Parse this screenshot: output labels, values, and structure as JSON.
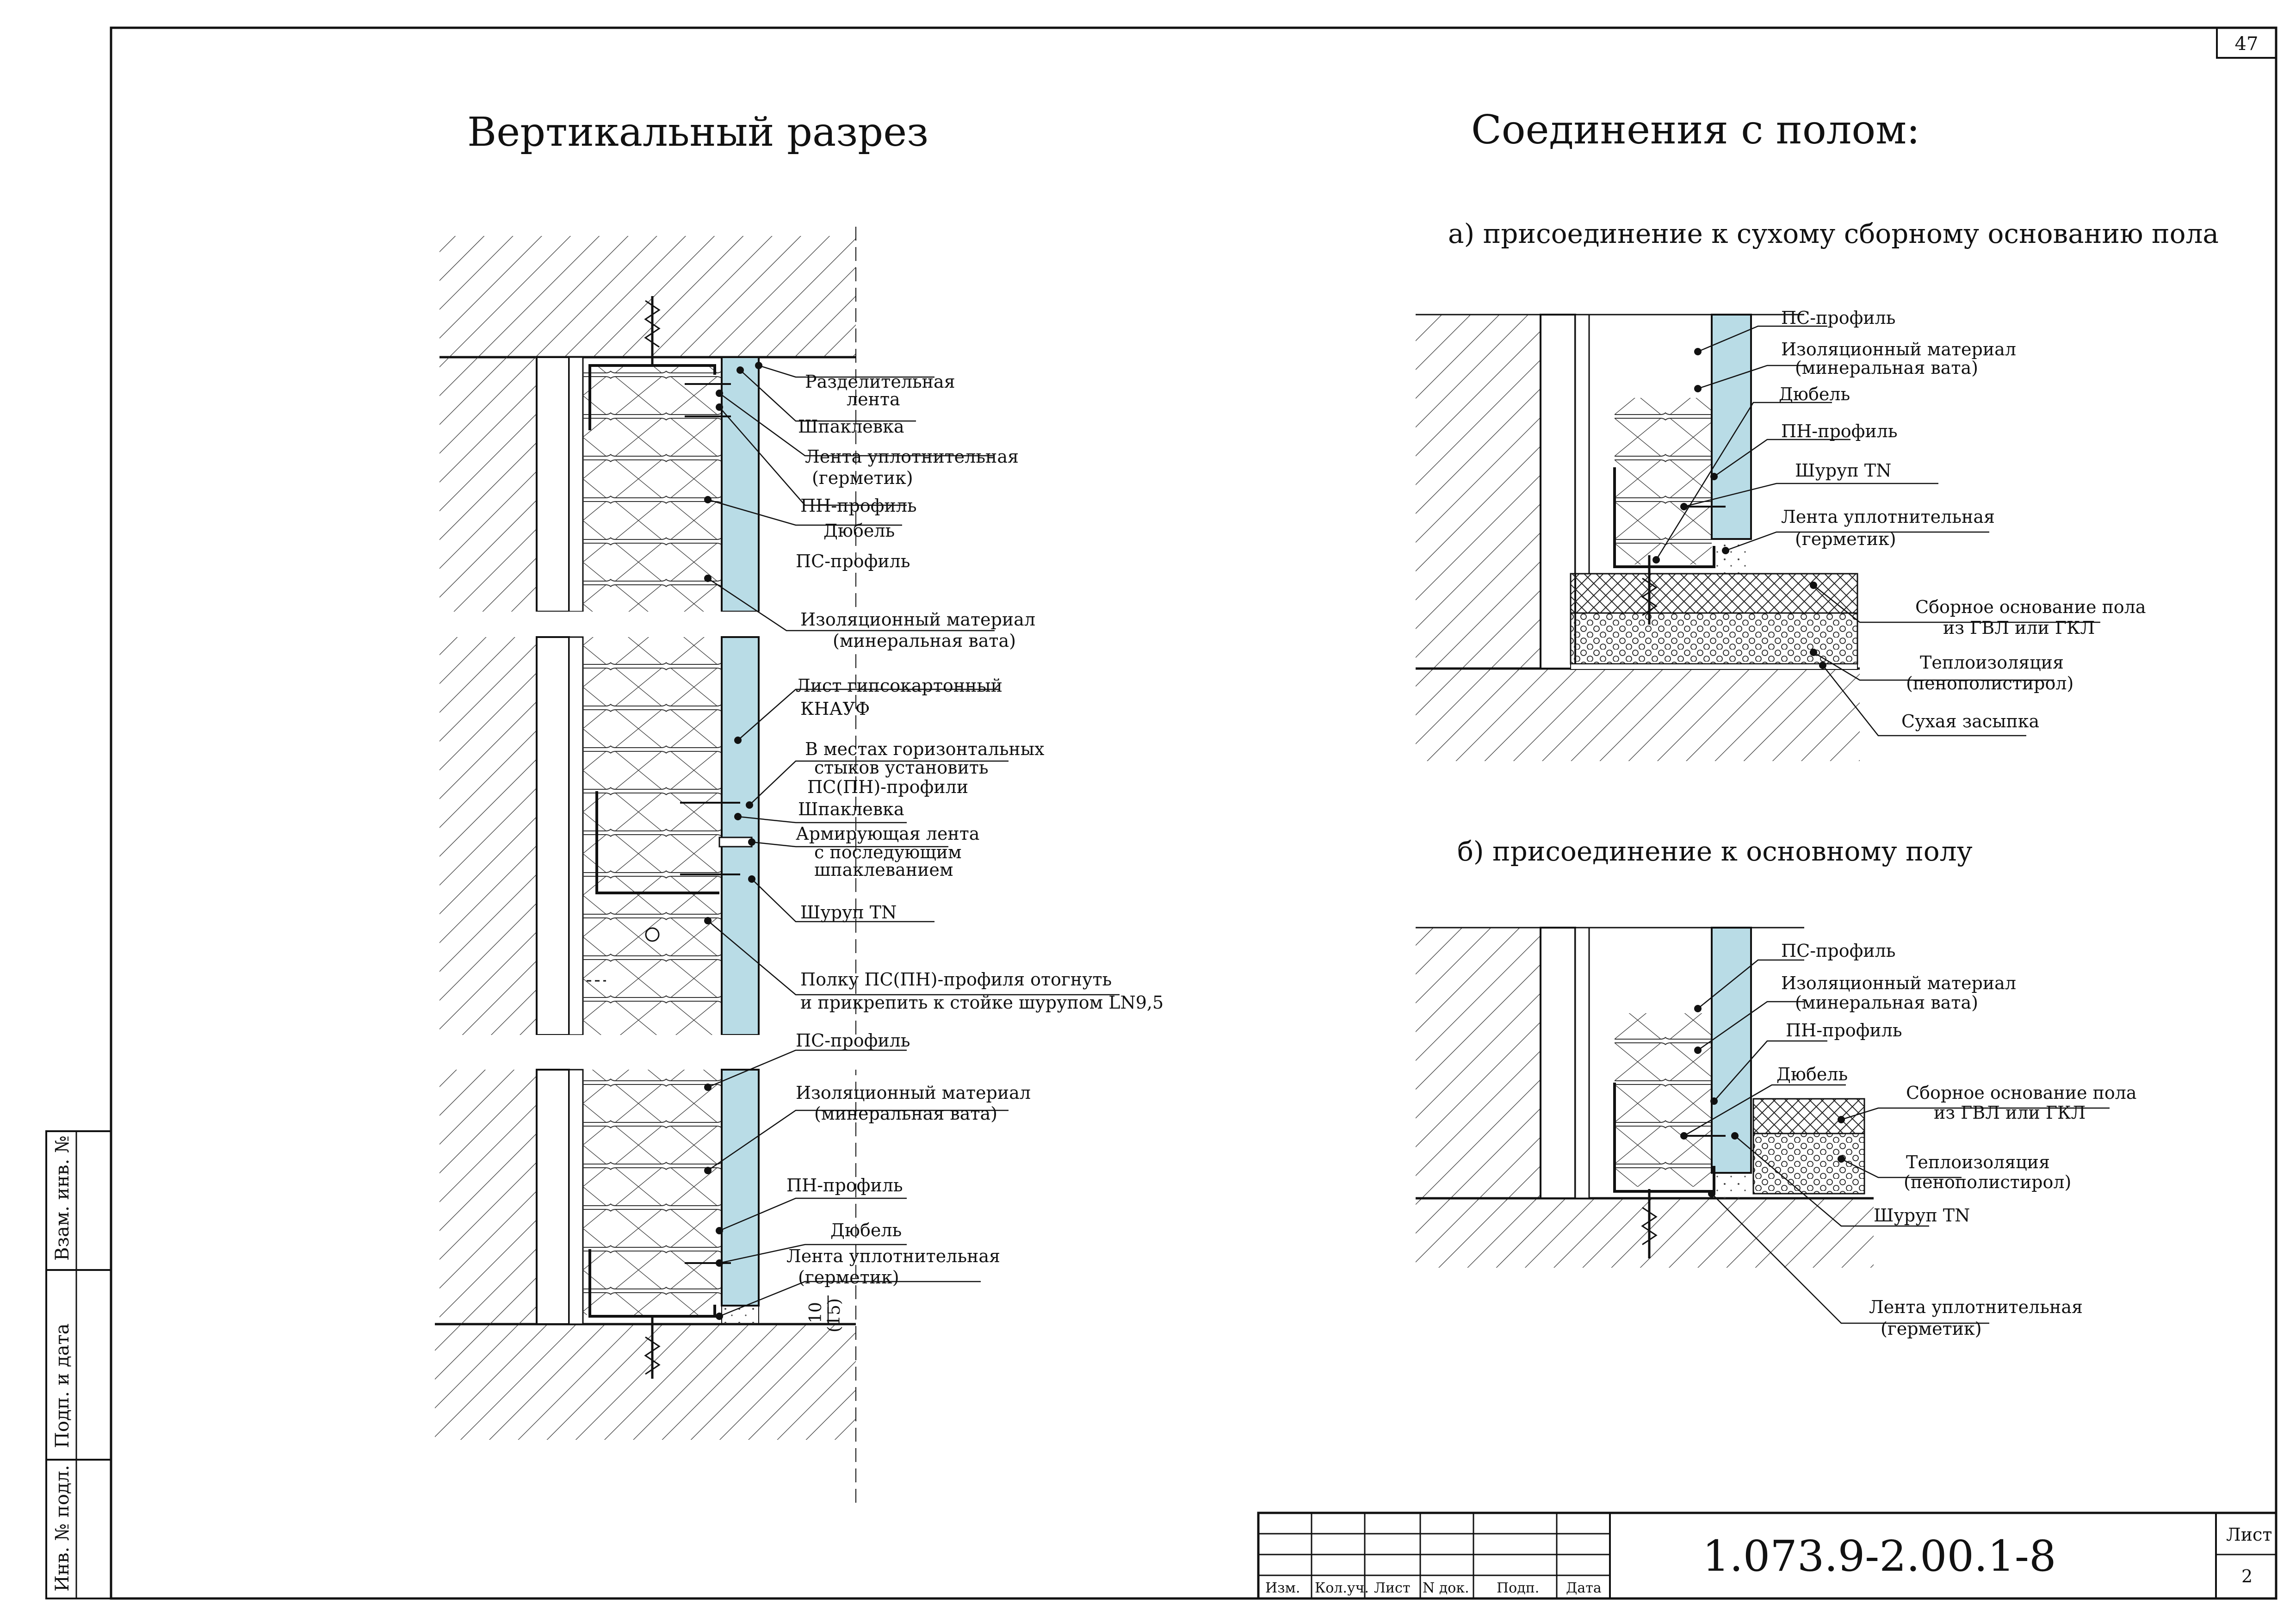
{
  "sheet_number": "47",
  "main": {
    "section_title": "Вертикальный разрез",
    "floor_title": "Соединения с полом:"
  },
  "section": {
    "top": {
      "labels": [
        "Разделительная",
        "лента",
        "Шпаклевка",
        "Лента уплотнительная",
        "(герметик)",
        "ПН-профиль",
        "Дюбель",
        "ПС-профиль",
        "Изоляционный материал",
        "(минеральная вата)"
      ]
    },
    "middle": {
      "labels": [
        "Лист гипсокартонный",
        "КНАУФ",
        "В местах горизонтальных",
        "стыков установить",
        "ПС(ПН)-профили",
        "Шпаклевка",
        "Армирующая лента",
        "с последующим",
        "шпаклеванием",
        "Шуруп TN",
        "Полку ПС(ПН)-профиля отогнуть",
        "и прикрепить к стойке шурупом LN9,5"
      ]
    },
    "bottom": {
      "labels": [
        "ПС-профиль",
        "Изоляционный материал",
        "(минеральная вата)",
        "ПН-профиль",
        "Дюбель",
        "Лента уплотнительная",
        "(герметик)"
      ],
      "dimension": [
        "10",
        "(15)"
      ]
    }
  },
  "floor_a": {
    "caption": "а)  присоединение к сухому сборному основанию пола",
    "labels": [
      "ПС-профиль",
      "Изоляционный материал",
      "(минеральная вата)",
      "Дюбель",
      "ПН-профиль",
      "Шуруп TN",
      "Лента уплотнительная",
      "(герметик)",
      "Сборное основание пола",
      "из ГВЛ или ГКЛ",
      "Теплоизоляция",
      "(пенополистирол)",
      "Сухая засыпка"
    ]
  },
  "floor_b": {
    "caption": "б)  присоединение к основному полу",
    "labels": [
      "ПС-профиль",
      "Изоляционный материал",
      "(минеральная вата)",
      "ПН-профиль",
      "Дюбель",
      "Сборное основание пола",
      "из ГВЛ или ГКЛ",
      "Теплоизоляция",
      "(пенополистирол)",
      "Шуруп TN",
      "Лента уплотнительная",
      "(герметик)"
    ]
  },
  "title_block": {
    "columns": [
      "Изм.",
      "Кол.уч.",
      "Лист",
      "N док.",
      "Подп.",
      "Дата"
    ],
    "document_code": "1.073.9-2.00.1-8",
    "sheet_label": "Лист",
    "sheet_value": "2"
  },
  "side_stamp": [
    "Взам. инв. №",
    "Подп. и дата",
    "Инв. № подл."
  ],
  "colors": {
    "board": "#b9dce6",
    "line": "#111111"
  }
}
